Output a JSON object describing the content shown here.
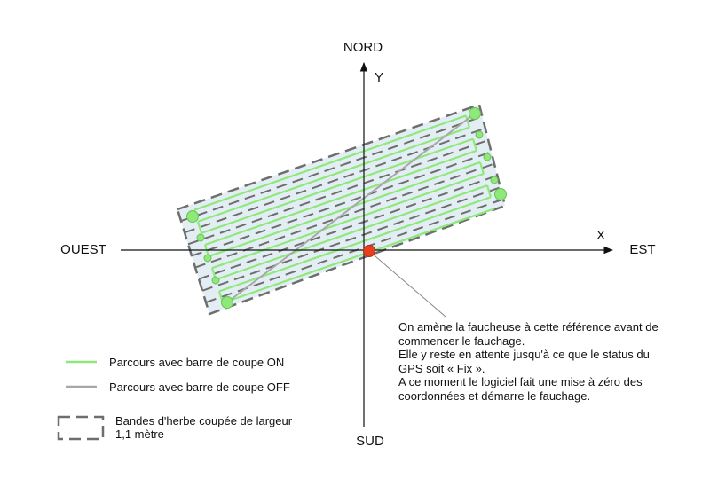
{
  "labels": {
    "north": "NORD",
    "south": "SUD",
    "east": "EST",
    "west": "OUEST",
    "x_axis": "X",
    "y_axis": "Y"
  },
  "note": {
    "lines": [
      "On amène la faucheuse à cette référence avant de",
      "commencer le fauchage.",
      "Elle y reste en attente jusqu'à ce que le status du",
      "GPS soit « Fix ».",
      "A ce moment le logiciel fait une mise à zéro des",
      "coordonnées et démarre le fauchage."
    ]
  },
  "legend": {
    "cut_on": "Parcours avec barre de coupe ON",
    "cut_off": "Parcours avec barre de coupe OFF",
    "band_line1": "Bandes d'herbe coupée de largeur",
    "band_line2": "1,1 mètre"
  },
  "colors": {
    "path_on": "#8fe87a",
    "path_off": "#a8a8a8",
    "band_fill": "#e3eef4",
    "band_border": "#6e6e6e",
    "reference_point": "#e8401c",
    "axis": "#111111"
  }
}
